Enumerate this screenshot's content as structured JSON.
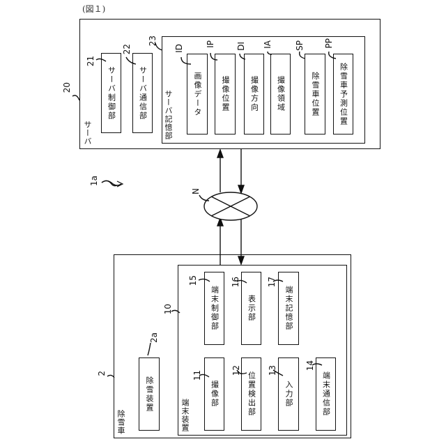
{
  "figure_label": "(図１)",
  "system_ref": "1a",
  "network": {
    "ref": "N"
  },
  "server": {
    "ref": "20",
    "label": "サーバ",
    "units": [
      {
        "ref": "21",
        "label": "サーバ制御部"
      },
      {
        "ref": "22",
        "label": "サーバ通信部"
      }
    ],
    "storage": {
      "ref": "23",
      "label": "サーバ記憶部",
      "items": [
        {
          "ref": "ID",
          "label": "画像データ"
        },
        {
          "ref": "IP",
          "label": "撮像位置"
        },
        {
          "ref": "DI",
          "label": "撮像方向"
        },
        {
          "ref": "IA",
          "label": "撮像領域"
        },
        {
          "ref": "SP",
          "label": "除雪車位置"
        },
        {
          "ref": "PP",
          "label": "除雪車予測位置"
        }
      ]
    }
  },
  "vehicle": {
    "ref": "2",
    "label": "除雪車",
    "device": {
      "ref": "2a",
      "label": "除雪装置"
    },
    "terminal": {
      "ref": "10",
      "label": "端末装置",
      "top_units": [
        {
          "ref": "15",
          "label": "端末制御部"
        },
        {
          "ref": "16",
          "label": "表示部"
        },
        {
          "ref": "17",
          "label": "端末記憶部"
        }
      ],
      "bottom_units": [
        {
          "ref": "11",
          "label": "撮像部"
        },
        {
          "ref": "12",
          "label": "位置検出部"
        },
        {
          "ref": "13",
          "label": "入力部"
        },
        {
          "ref": "14",
          "label": "端末通信部"
        }
      ]
    }
  }
}
